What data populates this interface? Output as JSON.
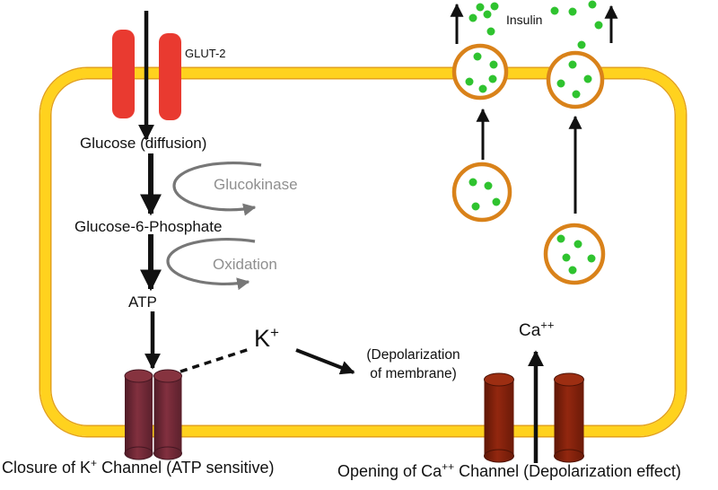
{
  "title": "Insulin secretion pathway diagram (pancreatic beta cell)",
  "colors": {
    "membrane_yellow": "#FFD21E",
    "membrane_edge": "#E3A11B",
    "glut2_red": "#E93A30",
    "k_channel_maroon": "#7B2D3E",
    "ca_channel_red": "#8B2410",
    "vesicle_orange": "#D9821A",
    "insulin_green": "#2FC32F",
    "arrow_black": "#111111",
    "enzyme_gray": "#777777"
  },
  "glut2": {
    "label": "GLUT-2"
  },
  "pathway": {
    "glucose": "Glucose (diffusion)",
    "glucokinase": "Glucokinase",
    "g6p": "Glucose-6-Phosphate",
    "oxidation": "Oxidation",
    "atp": "ATP"
  },
  "potassium": {
    "symbol": "K",
    "charge": "+",
    "effect_line1": "(Depolarization",
    "effect_line2": "of membrane)"
  },
  "calcium": {
    "symbol": "Ca",
    "charge": "++"
  },
  "insulin": {
    "label": "Insulin"
  },
  "captions": {
    "k_channel": {
      "pre": "Closure of K",
      "sup": "+",
      "post": " Channel (ATP sensitive)"
    },
    "ca_channel": {
      "pre": "Opening of Ca",
      "sup": "++",
      "post": " Channel (Depolarization effect)"
    }
  }
}
